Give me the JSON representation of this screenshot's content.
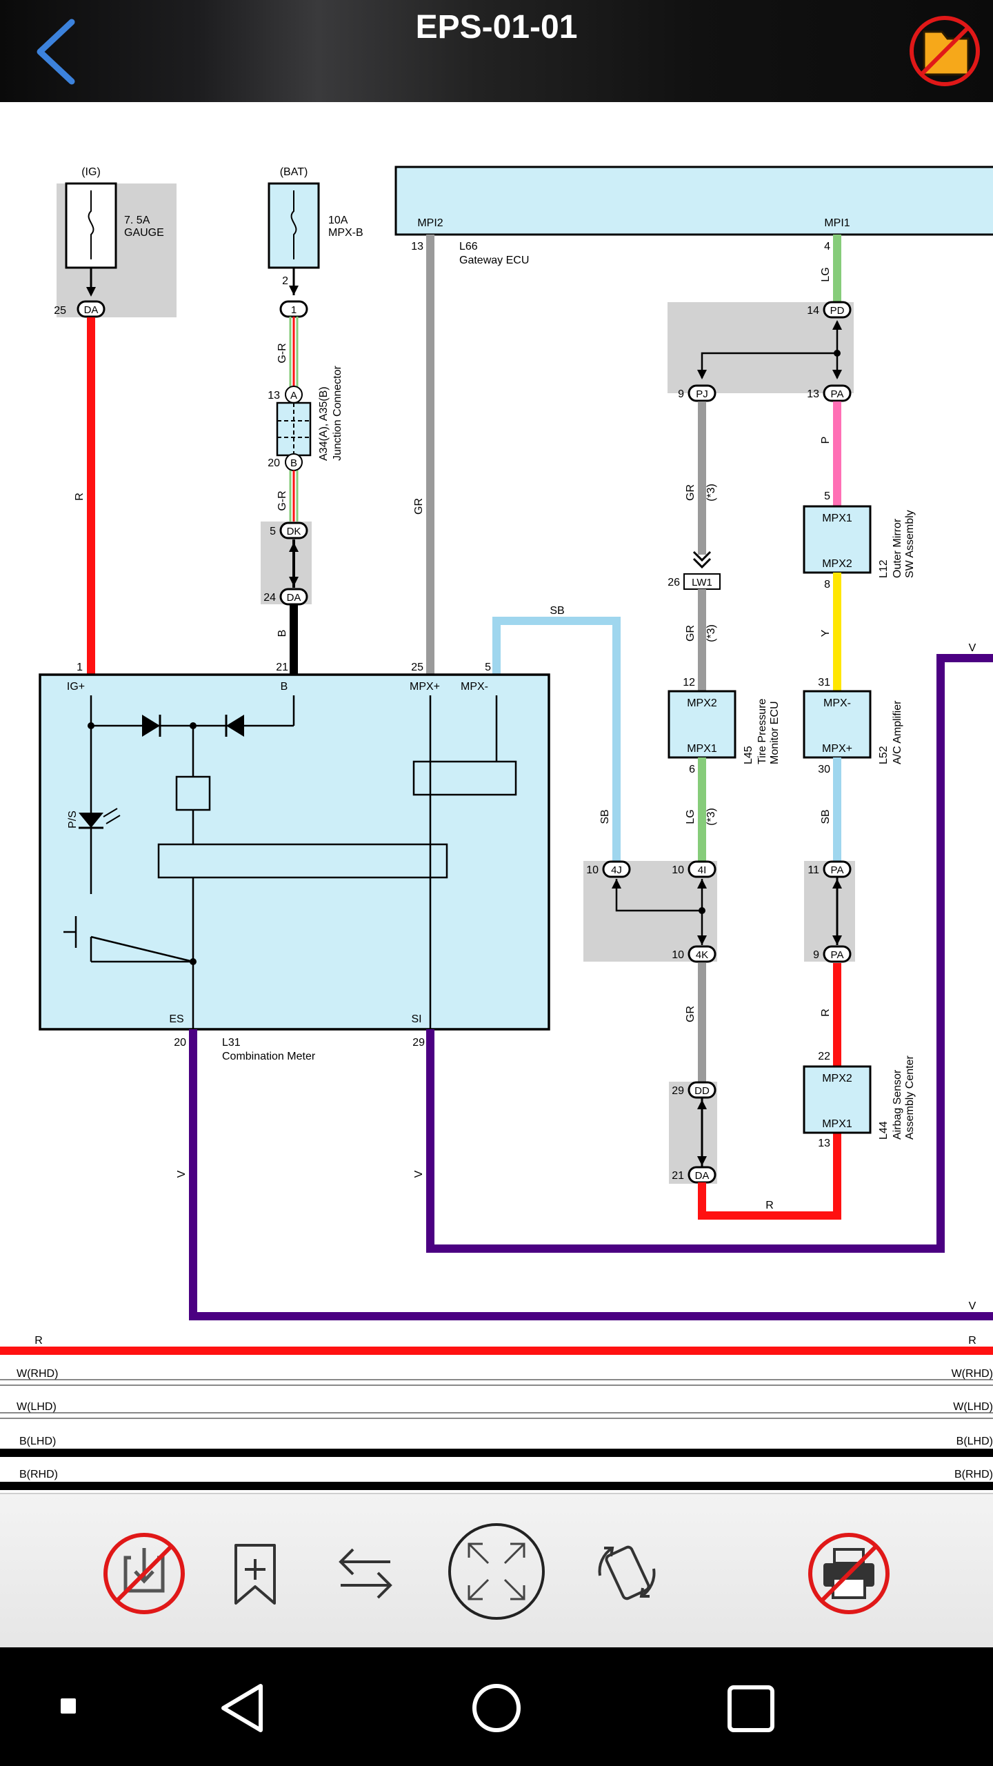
{
  "header": {
    "title": "EPS-01-01"
  },
  "colors": {
    "red": "#ff1111",
    "violet": "#4b0082",
    "gray": "#9a9a9a",
    "skyblue": "#9fd6ee",
    "green": "#86cc7a",
    "pink": "#ff6fb5",
    "yellow": "#ffe600",
    "component": "#cdeef8",
    "connector_bg": "#d2d2d2"
  },
  "diagram": {
    "fuse_ig": {
      "source": "(IG)",
      "rating": "7. 5A",
      "name": "GAUGE",
      "pin": "25",
      "connector": "DA"
    },
    "fuse_bat": {
      "source": "(BAT)",
      "rating": "10A",
      "name": "MPX-B",
      "pin": "2",
      "conn_num": "1"
    },
    "junction": {
      "pin_a": "13",
      "conn_a": "A",
      "pin_b": "20",
      "conn_b": "B",
      "label1": "A34(A), A35(B)",
      "label2": "Junction Connector"
    },
    "dk": {
      "pin": "5",
      "connector": "DK"
    },
    "da2": {
      "pin": "24",
      "connector": "DA"
    },
    "gateway": {
      "pin_mpi2": "MPI2",
      "pin_mpi1": "MPI1",
      "num_mpi2": "13",
      "num_mpi1": "4",
      "code": "L66",
      "name": "Gateway ECU"
    },
    "meter": {
      "code": "L31",
      "name": "Combination Meter",
      "pin_igp": "IG+",
      "pin_b": "B",
      "pin_mpxp": "MPX+",
      "pin_mpxm": "MPX-",
      "pin_es": "ES",
      "pin_si": "SI",
      "num_igp": "1",
      "num_b": "21",
      "num_mpxp": "25",
      "num_mpxm": "5",
      "num_es": "20",
      "num_si": "29",
      "ps": "P/S"
    },
    "wires": {
      "r": "R",
      "gr_r": "G-R",
      "b": "B",
      "gr": "GR",
      "sb": "SB",
      "lg": "LG",
      "p": "P",
      "y": "Y",
      "v": "V",
      "w_rhd": "W(RHD)",
      "w_lhd": "W(LHD)",
      "b_lhd": "B(LHD)",
      "b_rhd": "B(RHD)",
      "note3": "(*3)"
    },
    "pd_block": {
      "pin_pd": "14",
      "conn_pd": "PD",
      "pin_pj": "9",
      "conn_pj": "PJ",
      "pin_pa": "13",
      "conn_pa": "PA"
    },
    "lw1": {
      "pin": "26",
      "connector": "LW1"
    },
    "tpms": {
      "code": "L45",
      "name1": "Tire Pressure",
      "name2": "Monitor ECU",
      "pin_mpx2": "MPX2",
      "pin_mpx1": "MPX1",
      "num_mpx2": "12",
      "num_mpx1": "6"
    },
    "mirror": {
      "code": "L12",
      "name1": "Outer Mirror",
      "name2": "SW Assembly",
      "pin_mpx1": "MPX1",
      "pin_mpx2": "MPX2",
      "num_mpx1": "5",
      "num_mpx2": "8"
    },
    "ac": {
      "code": "L52",
      "name": "A/C Amplifier",
      "pin_mpxm": "MPX-",
      "pin_mpxp": "MPX+",
      "num_mpxm": "31",
      "num_mpxp": "30"
    },
    "j4": {
      "pin_4j": "10",
      "conn_4j": "4J",
      "pin_4i": "10",
      "conn_4i": "4I",
      "pin_4k": "10",
      "conn_4k": "4K"
    },
    "pa2": {
      "pin_top": "11",
      "conn_top": "PA",
      "pin_bot": "9",
      "conn_bot": "PA"
    },
    "dd": {
      "pin_dd": "29",
      "conn_dd": "DD",
      "pin_da": "21",
      "conn_da": "DA"
    },
    "airbag": {
      "code": "L44",
      "name1": "Airbag Sensor",
      "name2": "Assembly Center",
      "pin_mpx2": "MPX2",
      "pin_mpx1": "MPX1",
      "num_mpx2": "22",
      "num_mpx1": "13"
    }
  },
  "toolbar": {
    "icons": [
      "download-disabled-icon",
      "bookmark-add-icon",
      "swap-icon",
      "fullscreen-icon",
      "rotate-icon",
      "print-disabled-icon"
    ]
  },
  "navbar": {
    "icons": [
      "recent-small-icon",
      "back-icon",
      "home-icon",
      "overview-icon"
    ]
  }
}
